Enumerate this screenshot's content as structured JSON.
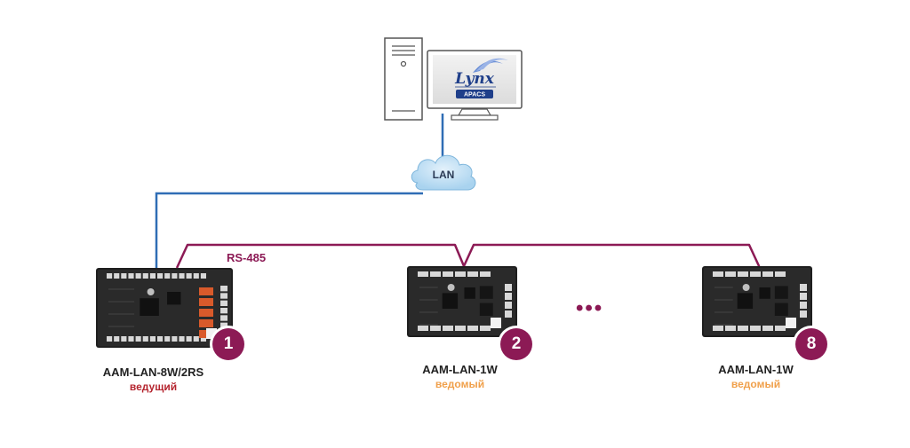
{
  "computer": {
    "logo_text": "Lynx",
    "badge_text": "APACS"
  },
  "network": {
    "lan_label": "LAN",
    "bus_label": "RS-485",
    "ellipsis": "•••"
  },
  "colors": {
    "lan_line": "#2f6db5",
    "bus_line": "#8c1a55",
    "master_role": "#b5252f",
    "slave_role": "#f0a04b",
    "badge": "#8c1a55"
  },
  "controllers": [
    {
      "number": "1",
      "model": "AAM-LAN-8W/2RS",
      "role": "ведущий"
    },
    {
      "number": "2",
      "model": "AAM-LAN-1W",
      "role": "ведомый"
    },
    {
      "number": "8",
      "model": "AAM-LAN-1W",
      "role": "ведомый"
    }
  ]
}
